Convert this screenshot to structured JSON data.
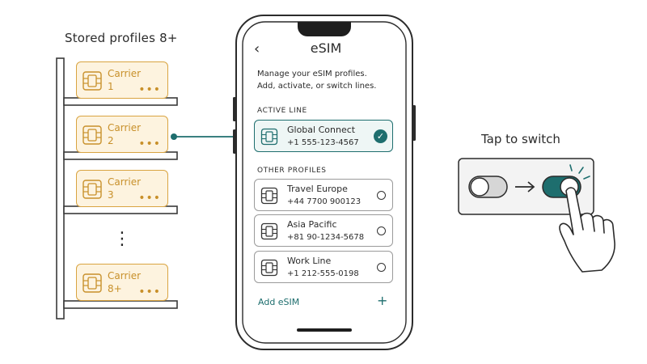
{
  "stored": {
    "title": "Stored profiles 8+",
    "cards": [
      {
        "label": "Carrier\n1",
        "menu": "•••"
      },
      {
        "label": "Carrier\n2",
        "menu": "•••"
      },
      {
        "label": "Carrier\n3",
        "menu": "•••"
      },
      {
        "label": "Carrier\n8+",
        "menu": "•••"
      }
    ],
    "ellipsis": "⋮"
  },
  "phone": {
    "back_icon": "‹",
    "title": "eSIM",
    "intro": "Manage your eSIM profiles.\nAdd, activate, or switch lines.",
    "active_label": "ACTIVE LINE",
    "active": {
      "name": "Global Connect",
      "number": "+1 555-123-4567",
      "check": "✓"
    },
    "others_label": "OTHER PROFILES",
    "others": [
      {
        "name": "Travel Europe",
        "number": "+44 7700 900123"
      },
      {
        "name": "Asia Pacific",
        "number": "+81 90-1234-5678"
      },
      {
        "name": "Work Line",
        "number": "+1 212-555-0198"
      }
    ],
    "add_label": "Add eSIM",
    "add_icon": "+"
  },
  "switch": {
    "title": "Tap to switch",
    "icons": [
      "toggle-off-icon",
      "arrow-right-icon",
      "toggle-on-icon",
      "hand-tap-icon"
    ]
  },
  "colors": {
    "card_border": "#d9a441",
    "card_fill": "#fdf3df",
    "accent": "#1e6e6e",
    "ink": "#2b2b2b"
  }
}
